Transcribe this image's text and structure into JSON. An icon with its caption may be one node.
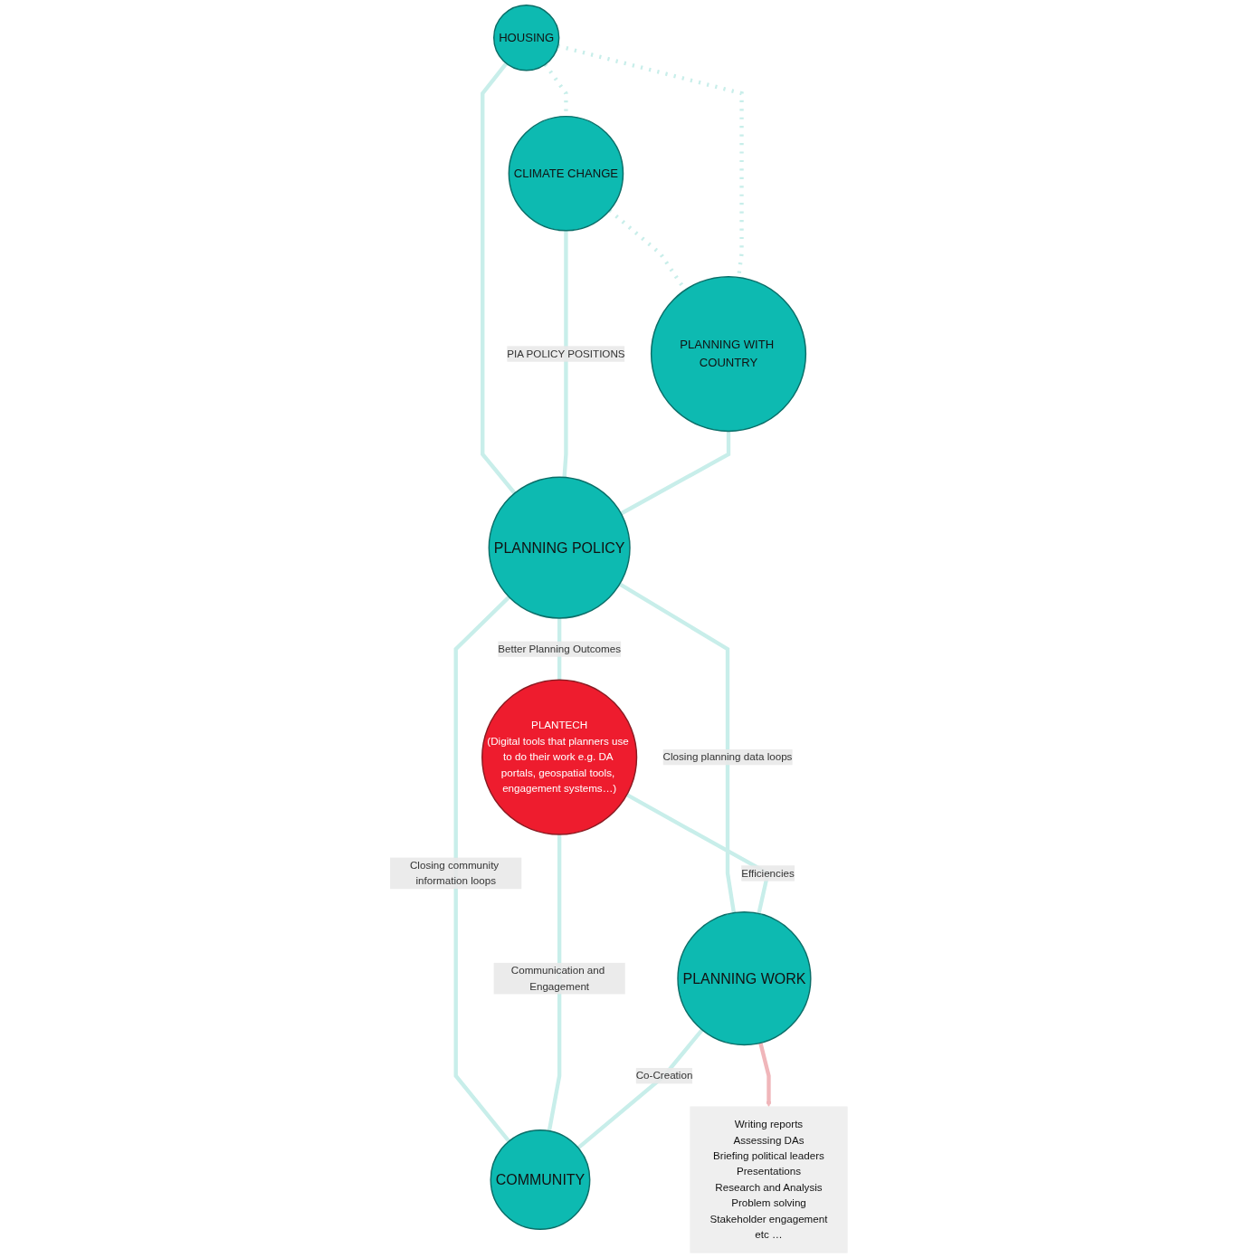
{
  "diagram": {
    "nodes": [
      {
        "text": [
          "HOUSING"
        ]
      },
      {
        "text": [
          "CLIMATE CHANGE"
        ]
      },
      {
        "text": [
          "PLANNING WITH COUNTRY"
        ]
      },
      {
        "text": [
          "PLANNING POLICY"
        ]
      },
      {
        "text": [
          "PLANTECH",
          "(Digital tools that planners use to do their work e.g. DA portals, geospatial tools, engagement systems…)"
        ]
      },
      {
        "text": [
          "PLANNING WORK"
        ]
      },
      {
        "text": [
          "COMMUNITY"
        ]
      },
      {
        "text": [
          "Writing reports",
          "Assessing DAs",
          "Briefing political leaders",
          "Presentations",
          "Research and Analysis",
          "Problem solving",
          "Stakeholder engagement",
          "etc …"
        ]
      }
    ],
    "edges": [
      {
        "from": 0,
        "to": 1,
        "arrow": "none",
        "style": "dashed"
      },
      {
        "from": 1,
        "to": 2,
        "arrow": "none",
        "style": "dashed"
      },
      {
        "from": 0,
        "to": 2,
        "arrow": "none",
        "style": "dashed"
      },
      {
        "from": 0,
        "to": 3,
        "arrow": "none"
      },
      {
        "from": 1,
        "to": 3,
        "arrow": "none",
        "label": "PIA POLICY POSITIONS"
      },
      {
        "from": 2,
        "to": 3,
        "arrow": "none"
      },
      {
        "from": 3,
        "to": 5,
        "arrow": "none",
        "label": "Closing planning data loops"
      },
      {
        "from": 3,
        "to": 4,
        "arrow": "none",
        "label": "Better Planning Outcomes"
      },
      {
        "from": 3,
        "to": 6,
        "arrow": "none",
        "label": "Closing community information loops"
      },
      {
        "from": 4,
        "to": 5,
        "arrow": "none",
        "label": "Efficiencies"
      },
      {
        "from": 4,
        "to": 6,
        "arrow": "none",
        "label": "Communication and Engagement"
      },
      {
        "from": 5,
        "to": 6,
        "arrow": "none",
        "label": "Co-Creation"
      },
      {
        "from": 5,
        "to": 7,
        "arrow": "to",
        "color": "#f0b6ba"
      }
    ]
  }
}
